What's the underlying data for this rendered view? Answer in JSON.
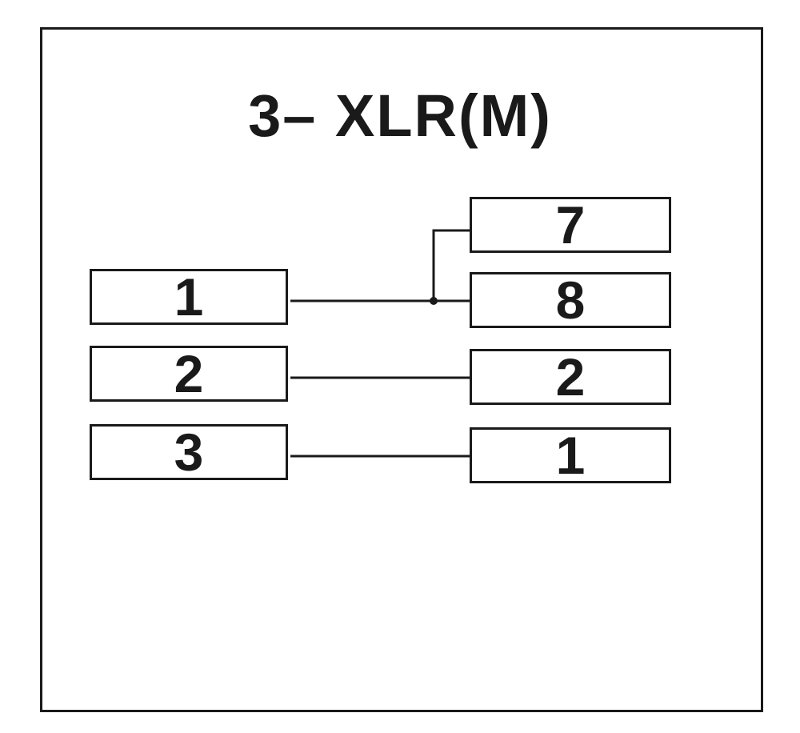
{
  "title": "3– XLR(M)",
  "left_pins": [
    "1",
    "2",
    "3"
  ],
  "right_pins": [
    "7",
    "8",
    "2",
    "1"
  ],
  "colors": {
    "line": "#1a1a1a",
    "background": "#ffffff"
  }
}
